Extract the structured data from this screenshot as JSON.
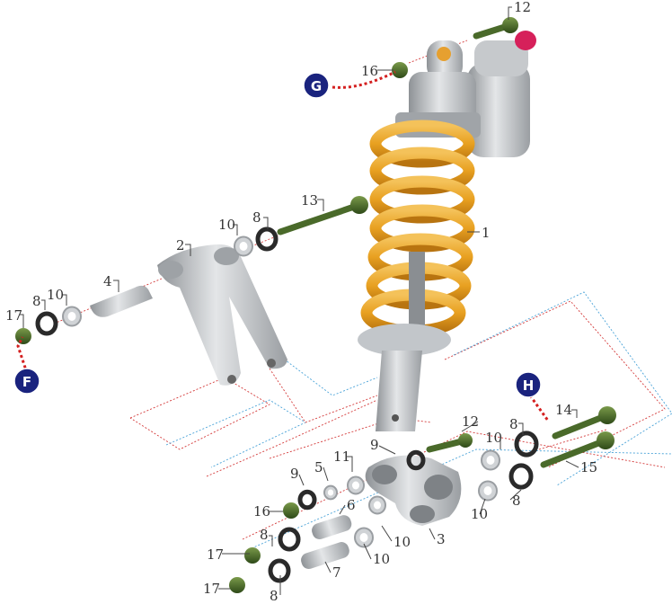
{
  "diagram": {
    "colors": {
      "spring": "#e8a020",
      "metal": "#b8bcc0",
      "bolt": "#4a6a2a",
      "washer": "#2a2a2a",
      "callout": "#1a237e",
      "rebound_knob": "#d6205a",
      "exploded_line_red": "#d43a3a",
      "exploded_line_blue": "#4aa3d8"
    },
    "callouts": [
      {
        "letter": "G"
      },
      {
        "letter": "F"
      },
      {
        "letter": "H"
      }
    ],
    "part_labels": [
      {
        "num": "12"
      },
      {
        "num": "16"
      },
      {
        "num": "13"
      },
      {
        "num": "1"
      },
      {
        "num": "10"
      },
      {
        "num": "8"
      },
      {
        "num": "2"
      },
      {
        "num": "4"
      },
      {
        "num": "17"
      },
      {
        "num": "8"
      },
      {
        "num": "10"
      },
      {
        "num": "14"
      },
      {
        "num": "8"
      },
      {
        "num": "12"
      },
      {
        "num": "10"
      },
      {
        "num": "9"
      },
      {
        "num": "15"
      },
      {
        "num": "9"
      },
      {
        "num": "5"
      },
      {
        "num": "11"
      },
      {
        "num": "8"
      },
      {
        "num": "10"
      },
      {
        "num": "16"
      },
      {
        "num": "6"
      },
      {
        "num": "8"
      },
      {
        "num": "10"
      },
      {
        "num": "3"
      },
      {
        "num": "17"
      },
      {
        "num": "10"
      },
      {
        "num": "7"
      },
      {
        "num": "17"
      },
      {
        "num": "8"
      }
    ]
  }
}
